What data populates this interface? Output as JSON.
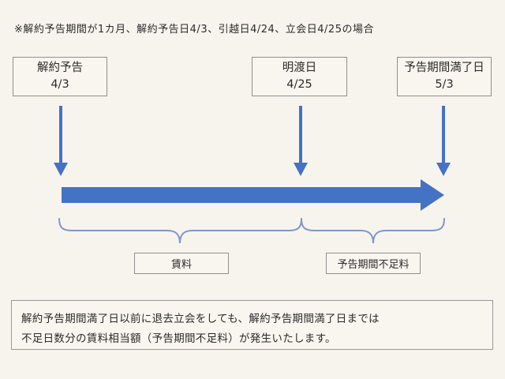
{
  "note": "※解約予告期間が1カ月、解約予告日4/3、引越日4/24、立会日4/25の場合",
  "events": [
    {
      "label": "解約予告",
      "date": "4/3"
    },
    {
      "label": "明渡日",
      "date": "4/25"
    },
    {
      "label": "予告期間満了日",
      "date": "5/3"
    }
  ],
  "spans": [
    {
      "label": "賃料"
    },
    {
      "label": "予告期間不足料"
    }
  ],
  "footer": {
    "line1": "解約予告期間満了日以前に退去立会をしても、解約予告期間満了日までは",
    "line2": "不足日数分の賃料相当額（予告期間不足料）が発生いたします。"
  },
  "colors": {
    "background": "#f7f4ee",
    "arrow_blue": "#4472c4",
    "brace_blue": "#7b97cc",
    "box_border": "#8f8f8f",
    "text": "#2b2b2b"
  }
}
